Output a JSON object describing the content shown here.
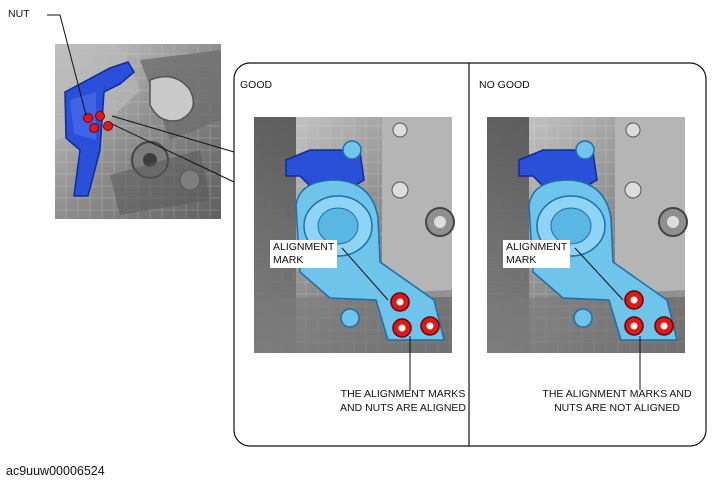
{
  "overview": {
    "nut_label": "NUT"
  },
  "panels": {
    "good": {
      "title": "GOOD",
      "mark_label_line1": "ALIGNMENT",
      "mark_label_line2": "MARK",
      "caption_line1": "THE ALIGNMENT MARKS",
      "caption_line2": "AND NUTS ARE ALIGNED"
    },
    "no_good": {
      "title": "NO GOOD",
      "mark_label_line1": "ALIGNMENT",
      "mark_label_line2": "MARK",
      "caption_line1": "THE ALIGNMENT MARKS AND",
      "caption_line2": "NUTS ARE NOT ALIGNED"
    }
  },
  "figure_id": "ac9uuw00006524",
  "colors": {
    "bracket_blue": "#2a4fd8",
    "mount_cyan": "#6fc4ec",
    "nut_red": "#e01818",
    "engine_gray": "#9a9a9a"
  }
}
